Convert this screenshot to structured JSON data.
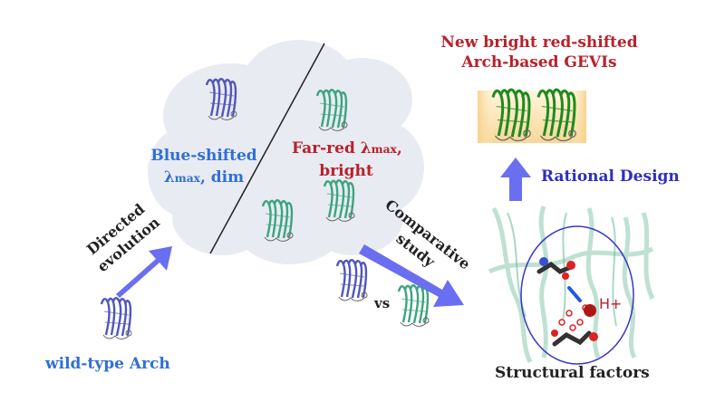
{
  "labels": {
    "new_gevis_line1": "New bright red-shifted",
    "new_gevis_line2": "Arch-based GEVIs",
    "blue_shifted_line1": "Blue-shifted",
    "blue_shifted_lambda": "λ",
    "blue_shifted_max": "max",
    "blue_shifted_rest": ", dim",
    "far_red_line1_prefix": "Far-red λ",
    "far_red_max": "max",
    "far_red_comma": ",",
    "far_red_line2": "bright",
    "rational_design": "Rational Design",
    "directed": "Directed",
    "evolution": "evolution",
    "comparative": "Comparative",
    "study": "study",
    "vs": "vs",
    "wild_type": "wild-type Arch",
    "h_plus": "H+",
    "structural_factors": "Structural factors"
  },
  "colors": {
    "blue_text": "#2f6fd6",
    "red_text": "#b8212b",
    "navy_text": "#2e2fbf",
    "arrow": "#6a6ef0",
    "cloud": "#e9ebf2",
    "protein_blue": "#5257b8",
    "protein_green": "#3aa57e",
    "protein_dark_green": "#1f8a1f"
  }
}
